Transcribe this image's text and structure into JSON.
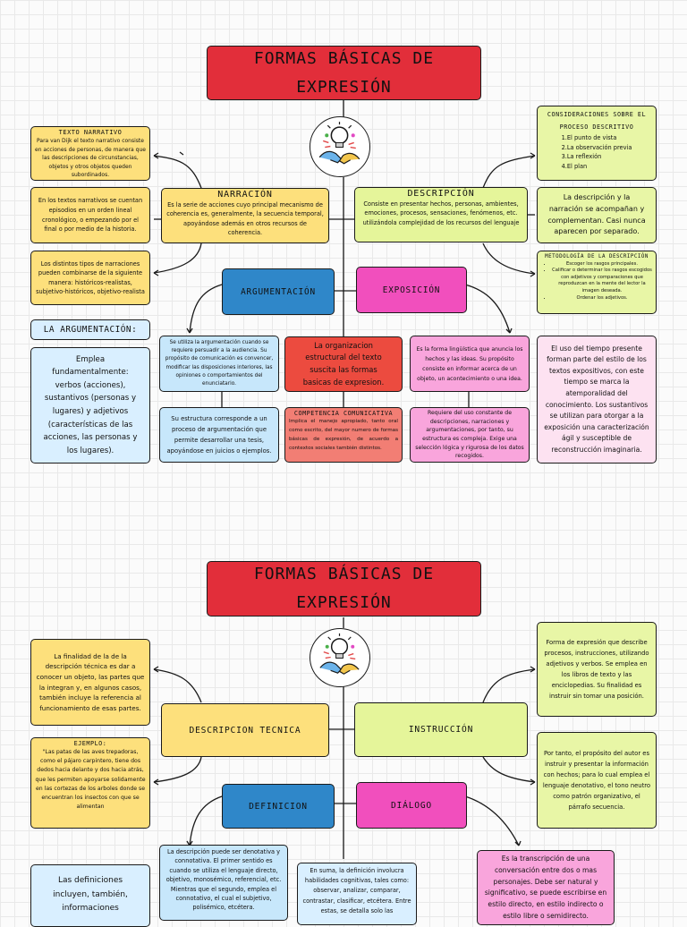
{
  "panel1": {
    "title": "FORMAS BÁSICAS DE EXPRESIÓN",
    "texto_narrativo": {
      "heading": "TEXTO NARRATIVO",
      "body": "Para van Dijk el texto narrativo consiste en acciones de personas, de manera que las descripciones de circunstancias, objetos y otros objetos queden subordinados."
    },
    "narrativo_note1": "En los textos narrativos se cuentan episodios en un orden lineal cronológico, o empezando por el final o por medio de la historia.",
    "narrativo_note2": "Los distintos tipos de narraciones pueden combinarse de la siguiente manera: históricos-realistas, subjetivo-históricos, objetivo-realista",
    "narracion": {
      "heading": "NARRACIÓN",
      "body": "Es la serie de acciones cuyo principal mecanismo de coherencia es, generalmente, la secuencia temporal, apoyándose además en otros recursos de coherencia."
    },
    "descripcion": {
      "heading": "DESCRIPCIÓN",
      "body": "Consiste en presentar hechos, personas, ambientes, emociones, procesos, sensaciones, fenómenos, etc. utilizándola complejidad de los recursos del lenguaje"
    },
    "consideraciones": {
      "heading": "CONSIDERACIONES SOBRE EL PROCESO DESCRITIVO",
      "items": [
        "1.El punto de vista",
        "2.La observación previa",
        "3.La reflexión",
        "4.El plan"
      ]
    },
    "descripcion_note": "La descripción y la narración se acompañan y complementan. Casi nunca aparecen por separado.",
    "metodologia": {
      "heading": "METODOLOGÍA DE LA DESCRIPCIÓN",
      "items": [
        "Escoger los rasgos principales.",
        "Calificar o determinar los rasgos escogidos con adjetivos y comparaciones que reproduzcan en la mente del lector la imagen deseada.",
        "Ordenar los adjetivos."
      ]
    },
    "argumentacion_label": "ARGUMENTACIÓN",
    "exposicion_label": "EXPOSICIÓN",
    "la_argumentacion": "LA ARGUMENTACIÓN:",
    "argumentacion_note": "Emplea fundamentalmente: verbos (acciones), sustantivos (personas y lugares) y adjetivos (características de las acciones, las personas y los lugares).",
    "argumentacion_def": "Se utiliza la argumentación cuando se requiere persuadir a la audiencia. Su propósito de comunicación es convencer, modificar las disposiciones interiores, las opiniones o comportamientos del enunciatario.",
    "argumentacion_estructura": "Su estructura corresponde a un proceso de argumentación que permite desarrollar una tesis, apoyándose en juicios o ejemplos.",
    "organizacion": "La organizacion estructural del texto suscita las formas basicas de expresion.",
    "competencia": {
      "heading": "COMPETENCIA COMUNICATIVA",
      "body": "Implica el manejo apropiado, tanto oral como escrito, del mayor numero de formas básicas de expresión, de acuerdo a contextos sociales también distintos."
    },
    "exposicion_def": "Es la forma lingüística que anuncia los hechos y las ideas. Su propósito consiste en informar acerca de un objeto, un acontecimiento o una idea.",
    "exposicion_req": "Requiere del uso constante de descripciones, narraciones y argumentaciones, por tanto, su estructura es compleja. Exige una selección lógica y rigurosa de los datos recogidos.",
    "exposicion_note": "El uso del tiempo presente forman parte del estilo de los textos expositivos, con este tiempo se marca la atemporalidad del conocimiento. Los sustantivos se utilizan para otorgar a la exposición una caracterización ágil y susceptible de reconstrucción imaginaria."
  },
  "panel2": {
    "title": "FORMAS BÁSICAS DE EXPRESIÓN",
    "finalidad": "La finalidad de la de la descripción técnica es dar a conocer un objeto, las partes que la integran y, en algunos casos, también incluye la referencia al funcionamiento de esas partes.",
    "ejemplo": {
      "heading": "EJEMPLO:",
      "body": "\"Las patas de las aves trepadoras, como el pájaro carpintero, tiene dos dedos hacia delante y dos hacia atrás, que les permiten apoyarse solidamente en las cortezas de los arboles donde se encuentran los insectos con que se alimentan"
    },
    "descripcion_tecnica": "DESCRIPCION TECNICA",
    "instruccion": "INSTRUCCIÓN",
    "forma_expresion": "Forma de expresión que describe procesos, instrucciones, utilizando adjetivos y verbos. Se emplea en los libros de texto y las enciclopedias. Su finalidad es instruir sin tomar una posición.",
    "proposito": "Por tanto, el propósito del autor es instruir y presentar la información con hechos; para lo cual emplea el lenguaje denotativo, el tono neutro como patrón organizativo, el párrafo secuencia.",
    "definicion": "DEFINICION",
    "dialogo": "DIÁLOGO",
    "definiciones_incluyen": "Las definiciones incluyen, también, informaciones",
    "descripcion_denotativa": "La descripción puede ser denotativa y connotativa. El primer sentido es cuando se utiliza el lenguaje directo, objetivo, monosémico, referencial, etc. Mientras que el segundo, emplea el connotativo, el cual el subjetivo, polisémico, etcétera.",
    "en_suma": "En suma, la definición involucra habilidades cognitivas, tales como: observar, analizar, comparar, contrastar, clasificar, etcétera. Entre estas, se detalla solo las",
    "transcripcion": "Es la transcripción de una conversación entre dos o mas personajes. Debe ser natural y significativo, se puede escribirse en estilo directo, en estilo indirecto o estilo libre o semidirecto."
  },
  "icons": {
    "center_illustration": "lightbulb-hands-illustration-icon"
  }
}
